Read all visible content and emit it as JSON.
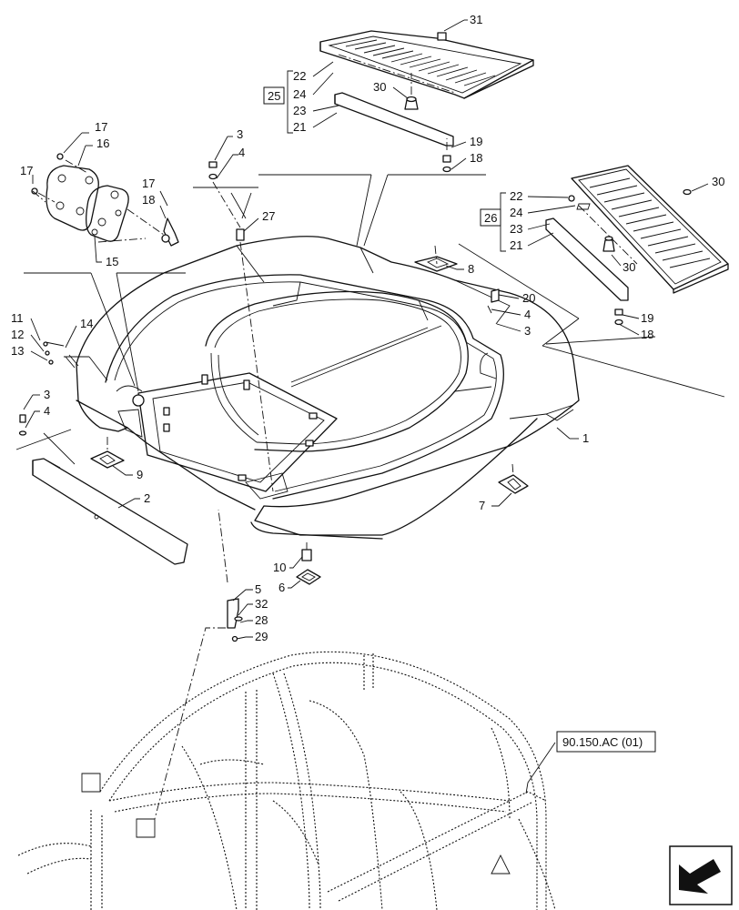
{
  "callouts": [
    {
      "id": "c31",
      "text": "31"
    },
    {
      "id": "c22a",
      "text": "22"
    },
    {
      "id": "c24a",
      "text": "24"
    },
    {
      "id": "c23a",
      "text": "23"
    },
    {
      "id": "c21a",
      "text": "21"
    },
    {
      "id": "c30a",
      "text": "30"
    },
    {
      "id": "c19a",
      "text": "19"
    },
    {
      "id": "c18a",
      "text": "18"
    },
    {
      "id": "c17a",
      "text": "17"
    },
    {
      "id": "c16",
      "text": "16"
    },
    {
      "id": "c17b",
      "text": "17"
    },
    {
      "id": "c17c",
      "text": "17"
    },
    {
      "id": "c18b",
      "text": "18"
    },
    {
      "id": "c15",
      "text": "15"
    },
    {
      "id": "c3a",
      "text": "3"
    },
    {
      "id": "c4a",
      "text": "4"
    },
    {
      "id": "c27",
      "text": "27"
    },
    {
      "id": "c22b",
      "text": "22"
    },
    {
      "id": "c24b",
      "text": "24"
    },
    {
      "id": "c23b",
      "text": "23"
    },
    {
      "id": "c21b",
      "text": "21"
    },
    {
      "id": "c30b",
      "text": "30"
    },
    {
      "id": "c30c",
      "text": "30"
    },
    {
      "id": "c19b",
      "text": "19"
    },
    {
      "id": "c18c",
      "text": "18"
    },
    {
      "id": "c8",
      "text": "8"
    },
    {
      "id": "c20",
      "text": "20"
    },
    {
      "id": "c4b",
      "text": "4"
    },
    {
      "id": "c3b",
      "text": "3"
    },
    {
      "id": "c11",
      "text": "11"
    },
    {
      "id": "c12",
      "text": "12"
    },
    {
      "id": "c13",
      "text": "13"
    },
    {
      "id": "c14",
      "text": "14"
    },
    {
      "id": "c3c",
      "text": "3"
    },
    {
      "id": "c4c",
      "text": "4"
    },
    {
      "id": "c1",
      "text": "1"
    },
    {
      "id": "c9",
      "text": "9"
    },
    {
      "id": "c2",
      "text": "2"
    },
    {
      "id": "c7",
      "text": "7"
    },
    {
      "id": "c10",
      "text": "10"
    },
    {
      "id": "c6",
      "text": "6"
    },
    {
      "id": "c5",
      "text": "5"
    },
    {
      "id": "c32",
      "text": "32"
    },
    {
      "id": "c28",
      "text": "28"
    },
    {
      "id": "c29",
      "text": "29"
    }
  ],
  "boxed_refs": {
    "assembly_25": "25",
    "assembly_26": "26",
    "see_section": "90.150.AC (01)"
  },
  "icons": {
    "nav": "arrow-next-page-icon"
  }
}
